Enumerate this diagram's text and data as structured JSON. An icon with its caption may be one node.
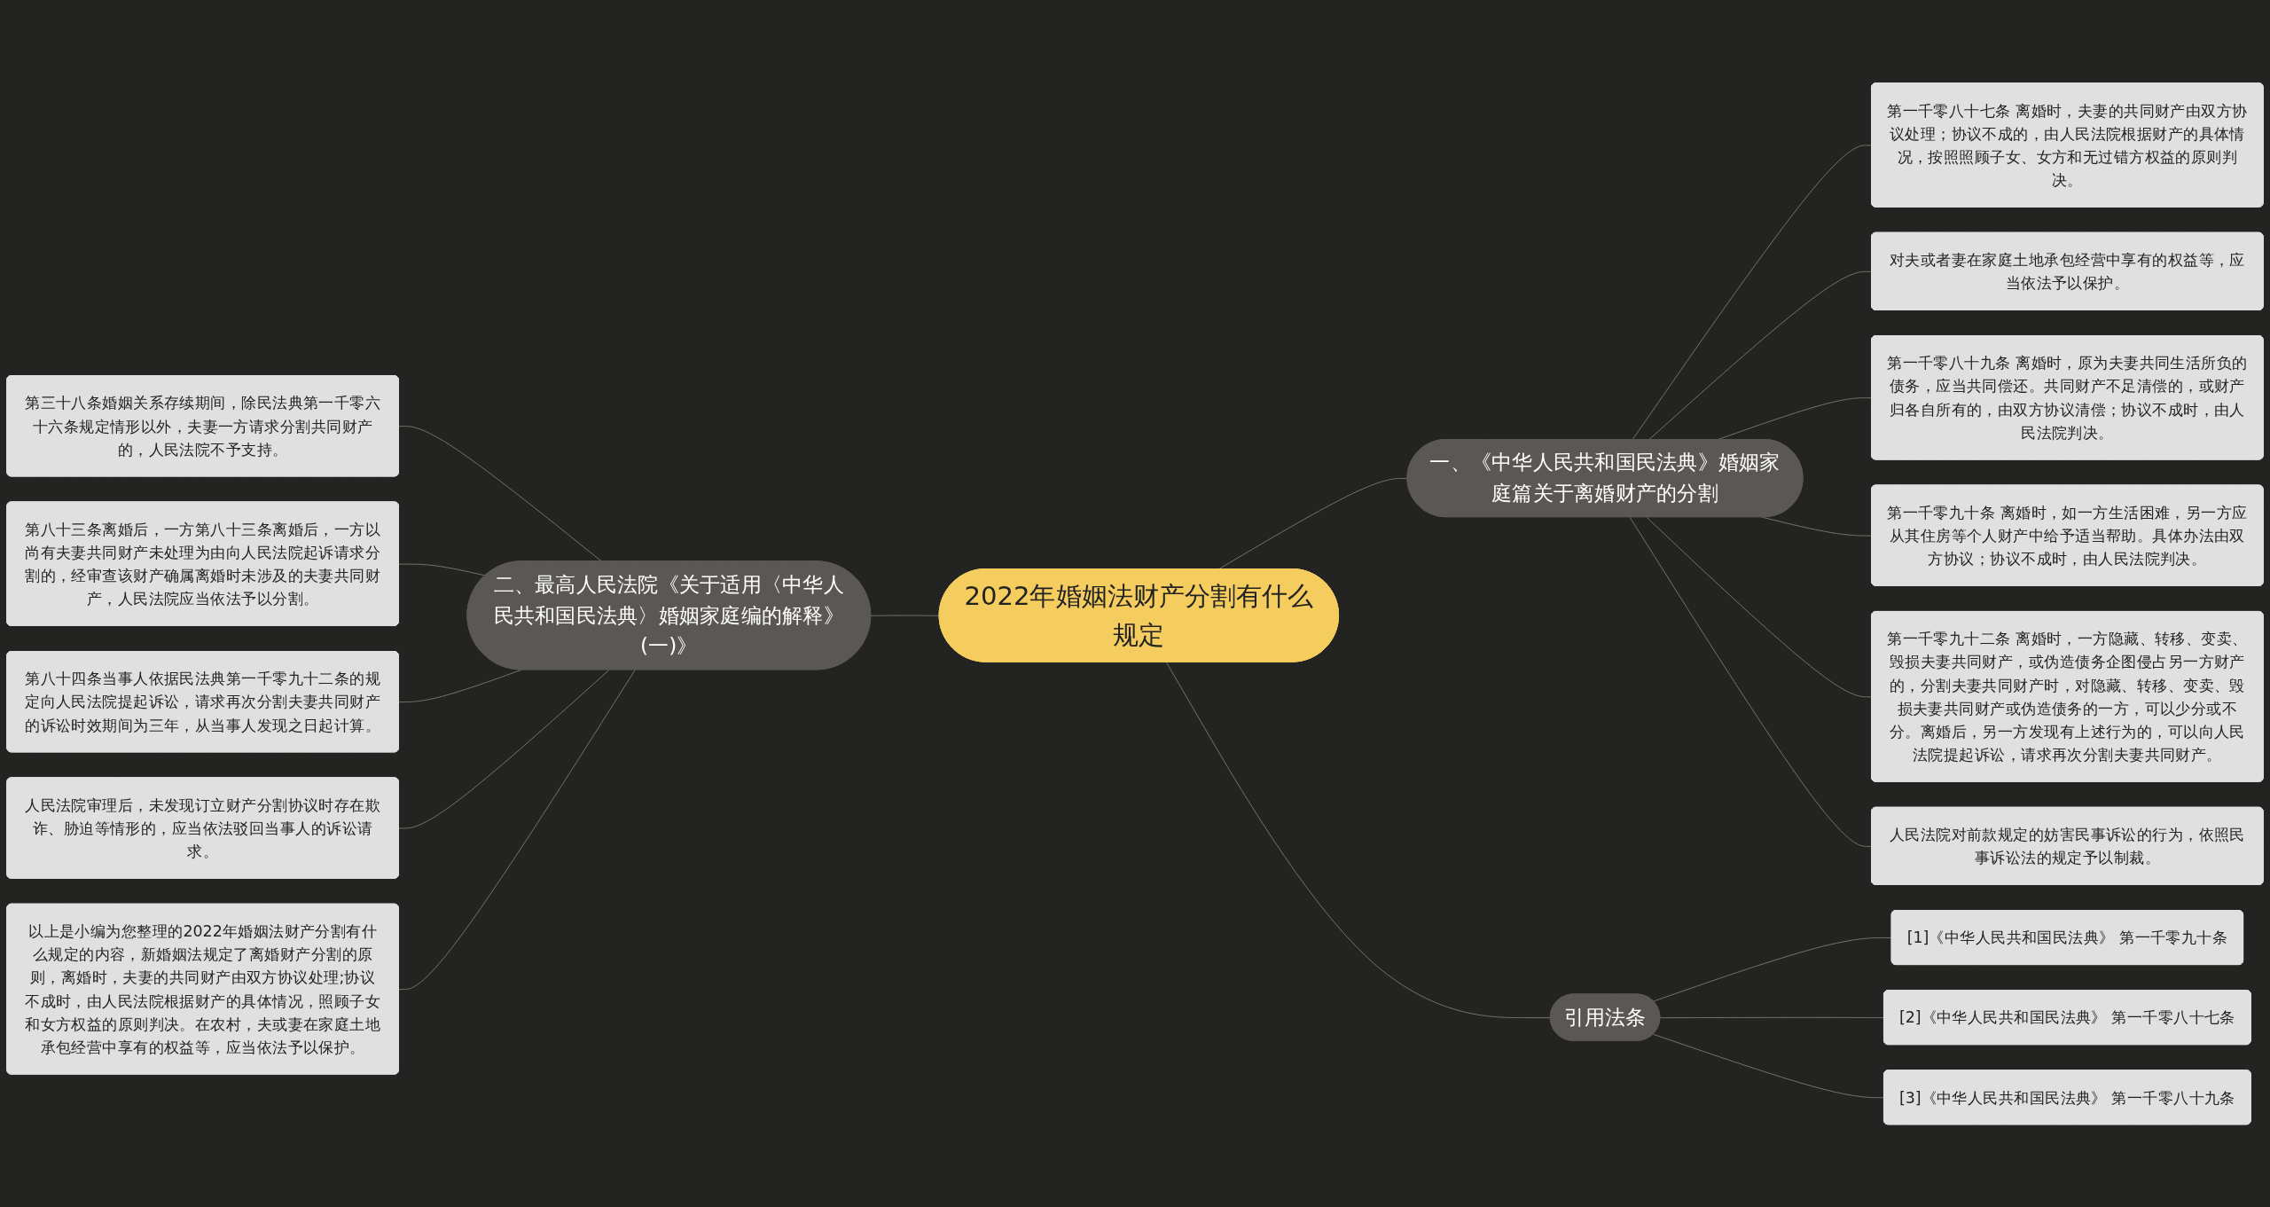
{
  "diagram": {
    "nodes": [
      {
        "text": [
          "2022年婚姻法财产分割有什么规定"
        ]
      },
      {
        "text": [
          "一、《中华人民共和国民法典》婚姻家庭篇关于离婚财产的分割"
        ]
      },
      {
        "text": [
          "第一千零八十七条 离婚时，夫妻的共同财产由双方协议处理；协议不成的，由人民法院根据财产的具体情况，按照照顾子女、女方和无过错方权益的原则判决。"
        ]
      },
      {
        "text": [
          "对夫或者妻在家庭土地承包经营中享有的权益等，应当依法予以保护。"
        ]
      },
      {
        "text": [
          "第一千零八十九条 离婚时，原为夫妻共同生活所负的债务，应当共同偿还。共同财产不足清偿的，或财产归各自所有的，由双方协议清偿；协议不成时，由人民法院判决。"
        ]
      },
      {
        "text": [
          "第一千零九十条 离婚时，如一方生活困难，另一方应从其住房等个人财产中给予适当帮助。具体办法由双方协议；协议不成时，由人民法院判决。"
        ]
      },
      {
        "text": [
          "第一千零九十二条 离婚时，一方隐藏、转移、变卖、毁损夫妻共同财产，或伪造债务企图侵占另一方财产的，分割夫妻共同财产时，对隐藏、转移、变卖、毁损夫妻共同财产或伪造债务的一方，可以少分或不分。离婚后，另一方发现有上述行为的，可以向人民法院提起诉讼，请求再次分割夫妻共同财产。"
        ]
      },
      {
        "text": [
          "人民法院对前款规定的妨害民事诉讼的行为，依照民事诉讼法的规定予以制裁。"
        ]
      },
      {
        "text": [
          "二、最高人民法院《关于适用〈中华人民共和国民法典〉婚姻家庭编的解释》(一)》"
        ]
      },
      {
        "text": [
          "第三十八条婚姻关系存续期间，除民法典第一千零六十六条规定情形以外，夫妻一方请求分割共同财产的，人民法院不予支持。"
        ]
      },
      {
        "text": [
          "第八十三条离婚后，一方第八十三条离婚后，一方以尚有夫妻共同财产未处理为由向人民法院起诉请求分割的，经审查该财产确属离婚时未涉及的夫妻共同财产，人民法院应当依法予以分割。"
        ]
      },
      {
        "text": [
          "第八十四条当事人依据民法典第一千零九十二条的规定向人民法院提起诉讼，请求再次分割夫妻共同财产的诉讼时效期间为三年，从当事人发现之日起计算。"
        ]
      },
      {
        "text": [
          "人民法院审理后，未发现订立财产分割协议时存在欺诈、胁迫等情形的，应当依法驳回当事人的诉讼请求。"
        ]
      },
      {
        "text": [
          "以上是小编为您整理的2022年婚姻法财产分割有什么规定的内容，新婚姻法规定了离婚财产分割的原则，离婚时，夫妻的共同财产由双方协议处理;协议不成时，由人民法院根据财产的具体情况，照顾子女和女方权益的原则判决。在农村，夫或妻在家庭土地承包经营中享有的权益等，应当依法予以保护。"
        ]
      },
      {
        "text": [
          "引用法条"
        ]
      },
      {
        "text": [
          "[1]《中华人民共和国民法典》 第一千零九十条"
        ]
      },
      {
        "text": [
          "[2]《中华人民共和国民法典》 第一千零八十七条"
        ]
      },
      {
        "text": [
          "[3]《中华人民共和国民法典》 第一千零八十九条"
        ]
      }
    ],
    "edges": [
      {
        "from": 0,
        "to": 1,
        "arrow": "none"
      },
      {
        "from": 1,
        "to": 2,
        "arrow": "none"
      },
      {
        "from": 1,
        "to": 3,
        "arrow": "none"
      },
      {
        "from": 1,
        "to": 4,
        "arrow": "none"
      },
      {
        "from": 1,
        "to": 5,
        "arrow": "none"
      },
      {
        "from": 1,
        "to": 6,
        "arrow": "none"
      },
      {
        "from": 1,
        "to": 7,
        "arrow": "none"
      },
      {
        "from": 8,
        "to": 0,
        "arrow": "none"
      },
      {
        "from": 9,
        "to": 8,
        "arrow": "none"
      },
      {
        "from": 10,
        "to": 8,
        "arrow": "none"
      },
      {
        "from": 11,
        "to": 8,
        "arrow": "none"
      },
      {
        "from": 12,
        "to": 8,
        "arrow": "none"
      },
      {
        "from": 13,
        "to": 8,
        "arrow": "none"
      },
      {
        "from": 0,
        "to": 14,
        "arrow": "none"
      },
      {
        "from": 14,
        "to": 15,
        "arrow": "none"
      },
      {
        "from": 14,
        "to": 16,
        "arrow": "none"
      },
      {
        "from": 14,
        "to": 17,
        "arrow": "none"
      }
    ]
  }
}
